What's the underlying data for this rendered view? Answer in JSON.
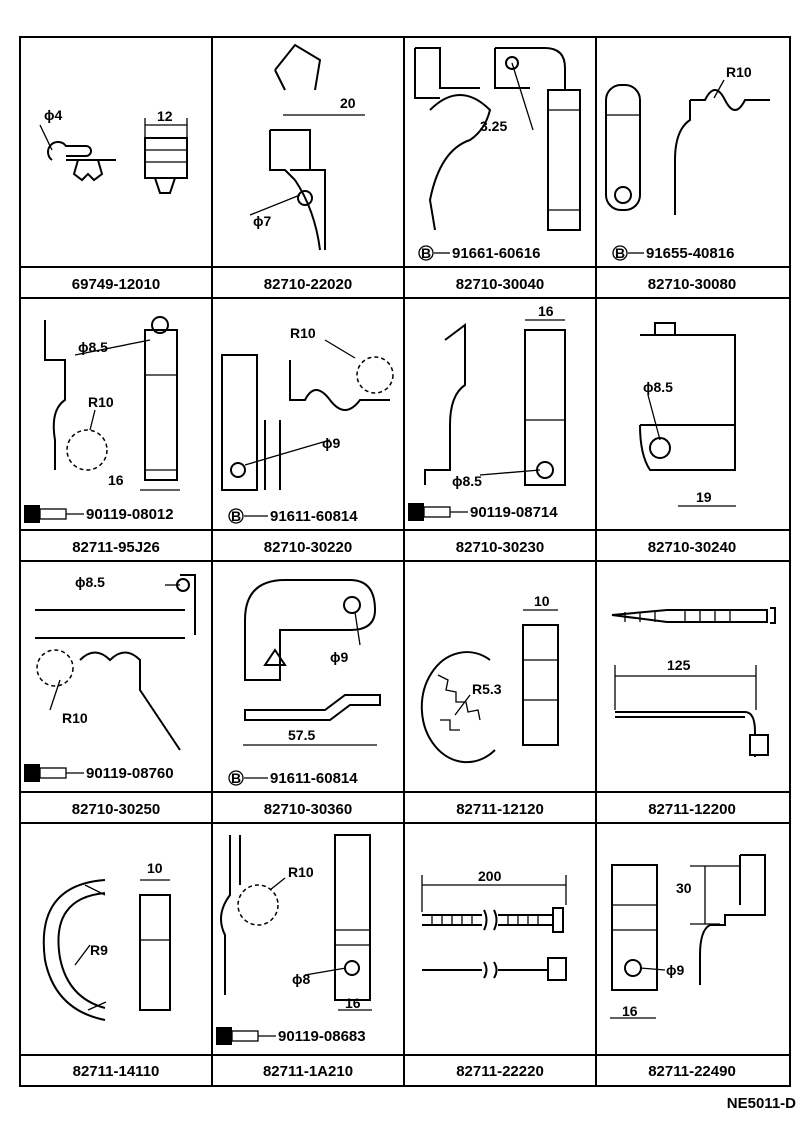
{
  "cells": [
    {
      "part_no": "69749-12010",
      "dims": [
        "ϕ4",
        "12"
      ],
      "bolt": ""
    },
    {
      "part_no": "82710-22020",
      "dims": [
        "20",
        "ϕ7"
      ],
      "bolt": ""
    },
    {
      "part_no": "82710-30040",
      "dims": [
        "3.25"
      ],
      "bolt": "91661-60616"
    },
    {
      "part_no": "82710-30080",
      "dims": [
        "R10"
      ],
      "bolt": "91655-40816"
    },
    {
      "part_no": "82711-95J26",
      "dims": [
        "ϕ8.5",
        "R10",
        "16"
      ],
      "bolt": "90119-08012"
    },
    {
      "part_no": "82710-30220",
      "dims": [
        "R10",
        "ϕ9"
      ],
      "bolt": "91611-60814"
    },
    {
      "part_no": "82710-30230",
      "dims": [
        "16",
        "ϕ8.5"
      ],
      "bolt": "90119-08714"
    },
    {
      "part_no": "82710-30240",
      "dims": [
        "ϕ8.5",
        "19"
      ],
      "bolt": ""
    },
    {
      "part_no": "82710-30250",
      "dims": [
        "ϕ8.5",
        "R10"
      ],
      "bolt": "90119-08760"
    },
    {
      "part_no": "82710-30360",
      "dims": [
        "ϕ9",
        "57.5"
      ],
      "bolt": "91611-60814"
    },
    {
      "part_no": "82711-12120",
      "dims": [
        "10",
        "R5.3"
      ],
      "bolt": ""
    },
    {
      "part_no": "82711-12200",
      "dims": [
        "125"
      ],
      "bolt": ""
    },
    {
      "part_no": "82711-14110",
      "dims": [
        "10",
        "R9"
      ],
      "bolt": ""
    },
    {
      "part_no": "82711-1A210",
      "dims": [
        "R10",
        "ϕ8",
        "16"
      ],
      "bolt": "90119-08683"
    },
    {
      "part_no": "82711-22220",
      "dims": [
        "200"
      ],
      "bolt": ""
    },
    {
      "part_no": "82711-22490",
      "dims": [
        "30",
        "ϕ9",
        "16"
      ],
      "bolt": ""
    }
  ],
  "bolt_marker": "B",
  "drawing_code": "NE5011-D",
  "icons": {
    "bolt_b": "circled-b-icon",
    "screw": "screw-icon"
  }
}
